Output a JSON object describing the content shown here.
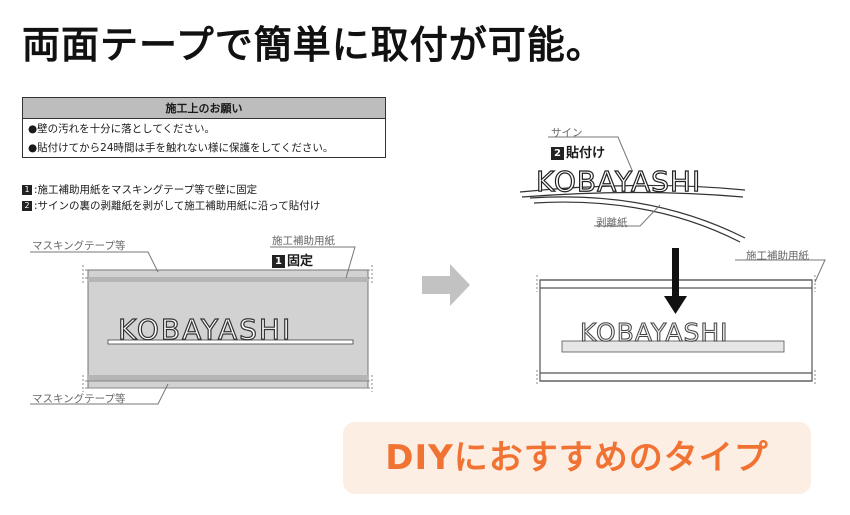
{
  "headline": "両面テープで簡単に取付が可能。",
  "notice": {
    "title": "施工上のお願い",
    "lines": [
      "●壁の汚れを十分に落としてください。",
      "●貼付けてから24時間は手を触れない様に保護をしてください。"
    ]
  },
  "steps": [
    {
      "num": "1",
      "text": ":施工補助用紙をマスキングテープ等で壁に固定"
    },
    {
      "num": "2",
      "text": ":サインの裏の剥離紙を剥がして施工補助用紙に沿って貼付け"
    }
  ],
  "left_figure": {
    "masking_label_top": "マスキングテープ等",
    "masking_label_bottom": "マスキングテープ等",
    "paper_label": "施工補助用紙",
    "tag_num": "1",
    "tag_text": "固定",
    "logo": "KOBAYASHI"
  },
  "right_figure": {
    "sign_label": "サイン",
    "tag_num": "2",
    "tag_text": "貼付け",
    "release_paper_label": "剥離紙",
    "paper_label": "施工補助用紙",
    "logo": "KOBAYASHI"
  },
  "badge": {
    "text": "DIYにおすすめのタイプ",
    "color": "#f17334",
    "background": "#fdeee3"
  },
  "icons": {
    "arrow_right": "arrow-right-icon",
    "arrow_down": "arrow-down-icon"
  }
}
